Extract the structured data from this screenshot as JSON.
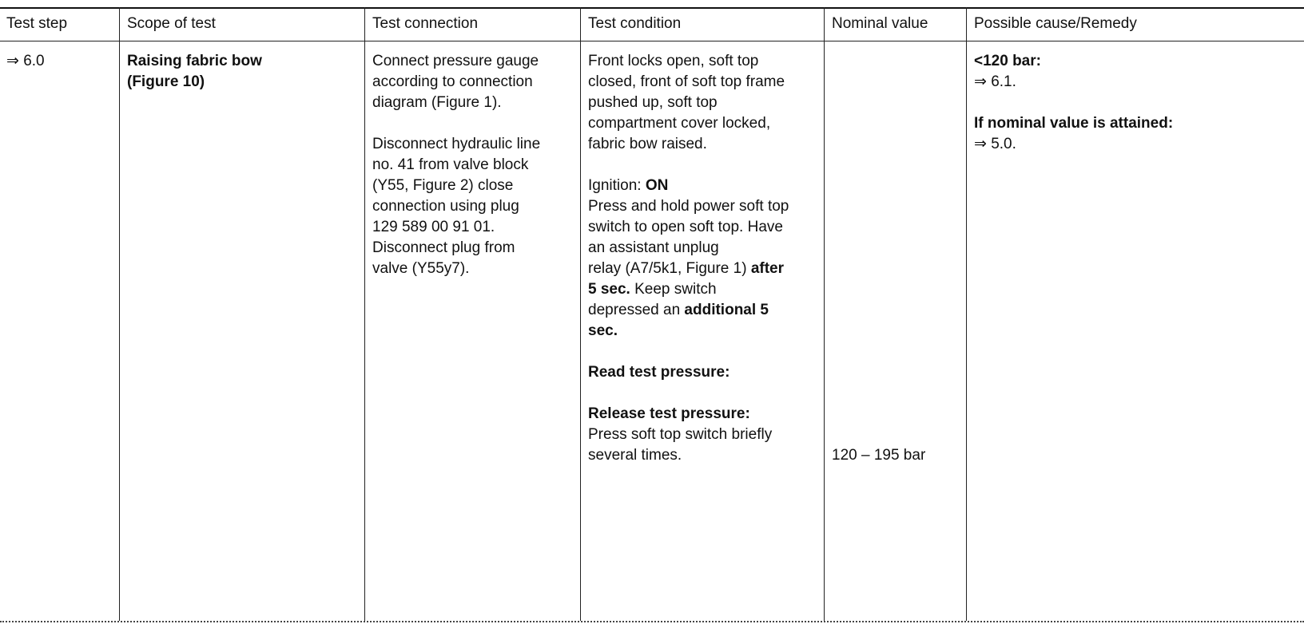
{
  "headers": {
    "test_step": "Test step",
    "scope": "Scope of test",
    "connection": "Test connection",
    "condition": "Test condition",
    "nominal": "Nominal value",
    "cause": "Possible cause/Remedy"
  },
  "row": {
    "test_step": "⇒ 6.0",
    "scope": [
      "Raising fabric bow",
      "(Figure 10)"
    ],
    "connection": [
      "Connect pressure gauge",
      "according to connection",
      "diagram (Figure 1).",
      "",
      "Disconnect hydraulic line",
      "no. 41 from valve block",
      "(Y55, Figure 2)  close",
      "connection using plug",
      "129 589 00 91 01.",
      "Disconnect plug from",
      "valve (Y55y7)."
    ],
    "condition": {
      "intro": [
        "Front locks open, soft top",
        "closed, front of soft top frame",
        "pushed up, soft top",
        "compartment cover locked,",
        "fabric bow raised."
      ],
      "ignition_label": "Ignition: ",
      "ignition_value": "ON",
      "press_lines": [
        "Press and hold power soft top",
        "switch to open soft top. Have",
        "an assistant unplug"
      ],
      "relay_text": "relay (A7/5k1, Figure 1) ",
      "after": "after",
      "five_sec": "5 sec.",
      "keep_text": " Keep switch",
      "depressed_text": "depressed an ",
      "additional": "additional 5",
      "sec": "sec.",
      "read_label": "Read test pressure:",
      "release_label": "Release test pressure:",
      "release_lines": [
        "Press soft top switch briefly",
        "several times."
      ]
    },
    "nominal": "120 – 195 bar",
    "cause": {
      "lt_label": "<120 bar:",
      "lt_action": "⇒ 6.1.",
      "ok_label": "If nominal value is attained:",
      "ok_action": "⇒ 5.0."
    }
  }
}
